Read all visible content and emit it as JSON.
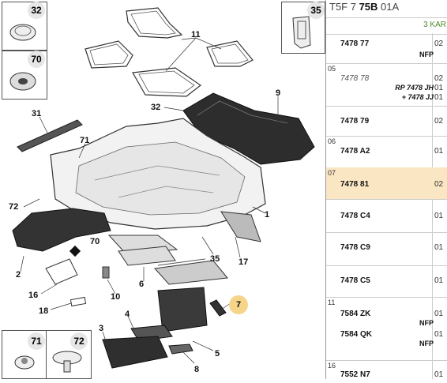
{
  "insets": [
    {
      "num": "32",
      "icon": "cap-plug-icon"
    },
    {
      "num": "70",
      "icon": "grommet-icon"
    },
    {
      "num": "35",
      "icon": "clip-icon"
    },
    {
      "num": "71",
      "icon": "push-clip-icon"
    },
    {
      "num": "72",
      "icon": "mushroom-clip-icon"
    }
  ],
  "callouts": [
    "11",
    "9",
    "32",
    "31",
    "71",
    "72",
    "1",
    "2",
    "70",
    "16",
    "18",
    "10",
    "6",
    "35",
    "17",
    "7",
    "3",
    "4",
    "5",
    "8"
  ],
  "highlight_callout": "7",
  "table": {
    "header_prefix": "T5F 7 ",
    "header_bold": "75B",
    "header_suffix": " 01A",
    "subhead": "3 KAR",
    "rows": [
      {
        "idx": "",
        "ref": "7478 77",
        "extra": "NFP",
        "qty": "02"
      },
      {
        "idx": "05",
        "ref": "7478 78",
        "ref_italic": true,
        "subs": [
          "RP 7478 JH",
          "+ 7478 JJ"
        ],
        "qty": [
          "02",
          "01",
          "01"
        ]
      },
      {
        "idx": "",
        "ref": "7478 79",
        "qty": "02"
      },
      {
        "idx": "06",
        "ref": "7478 A2",
        "qty": "01"
      },
      {
        "idx": "07",
        "ref": "7478 81",
        "qty": "02",
        "highlight": true
      },
      {
        "idx": "",
        "ref": "7478 C4",
        "qty": "01"
      },
      {
        "idx": "",
        "ref": "7478 C9",
        "qty": "01"
      },
      {
        "idx": "",
        "ref": "7478 C5",
        "qty": "01"
      },
      {
        "idx": "11",
        "ref": "7584 ZK",
        "extra": "NFP",
        "qty": "01",
        "ref2": "7584 QK",
        "extra2": "NFP",
        "qty2": "01"
      },
      {
        "idx": "16",
        "ref": "7552 N7",
        "qty": "01"
      }
    ]
  }
}
